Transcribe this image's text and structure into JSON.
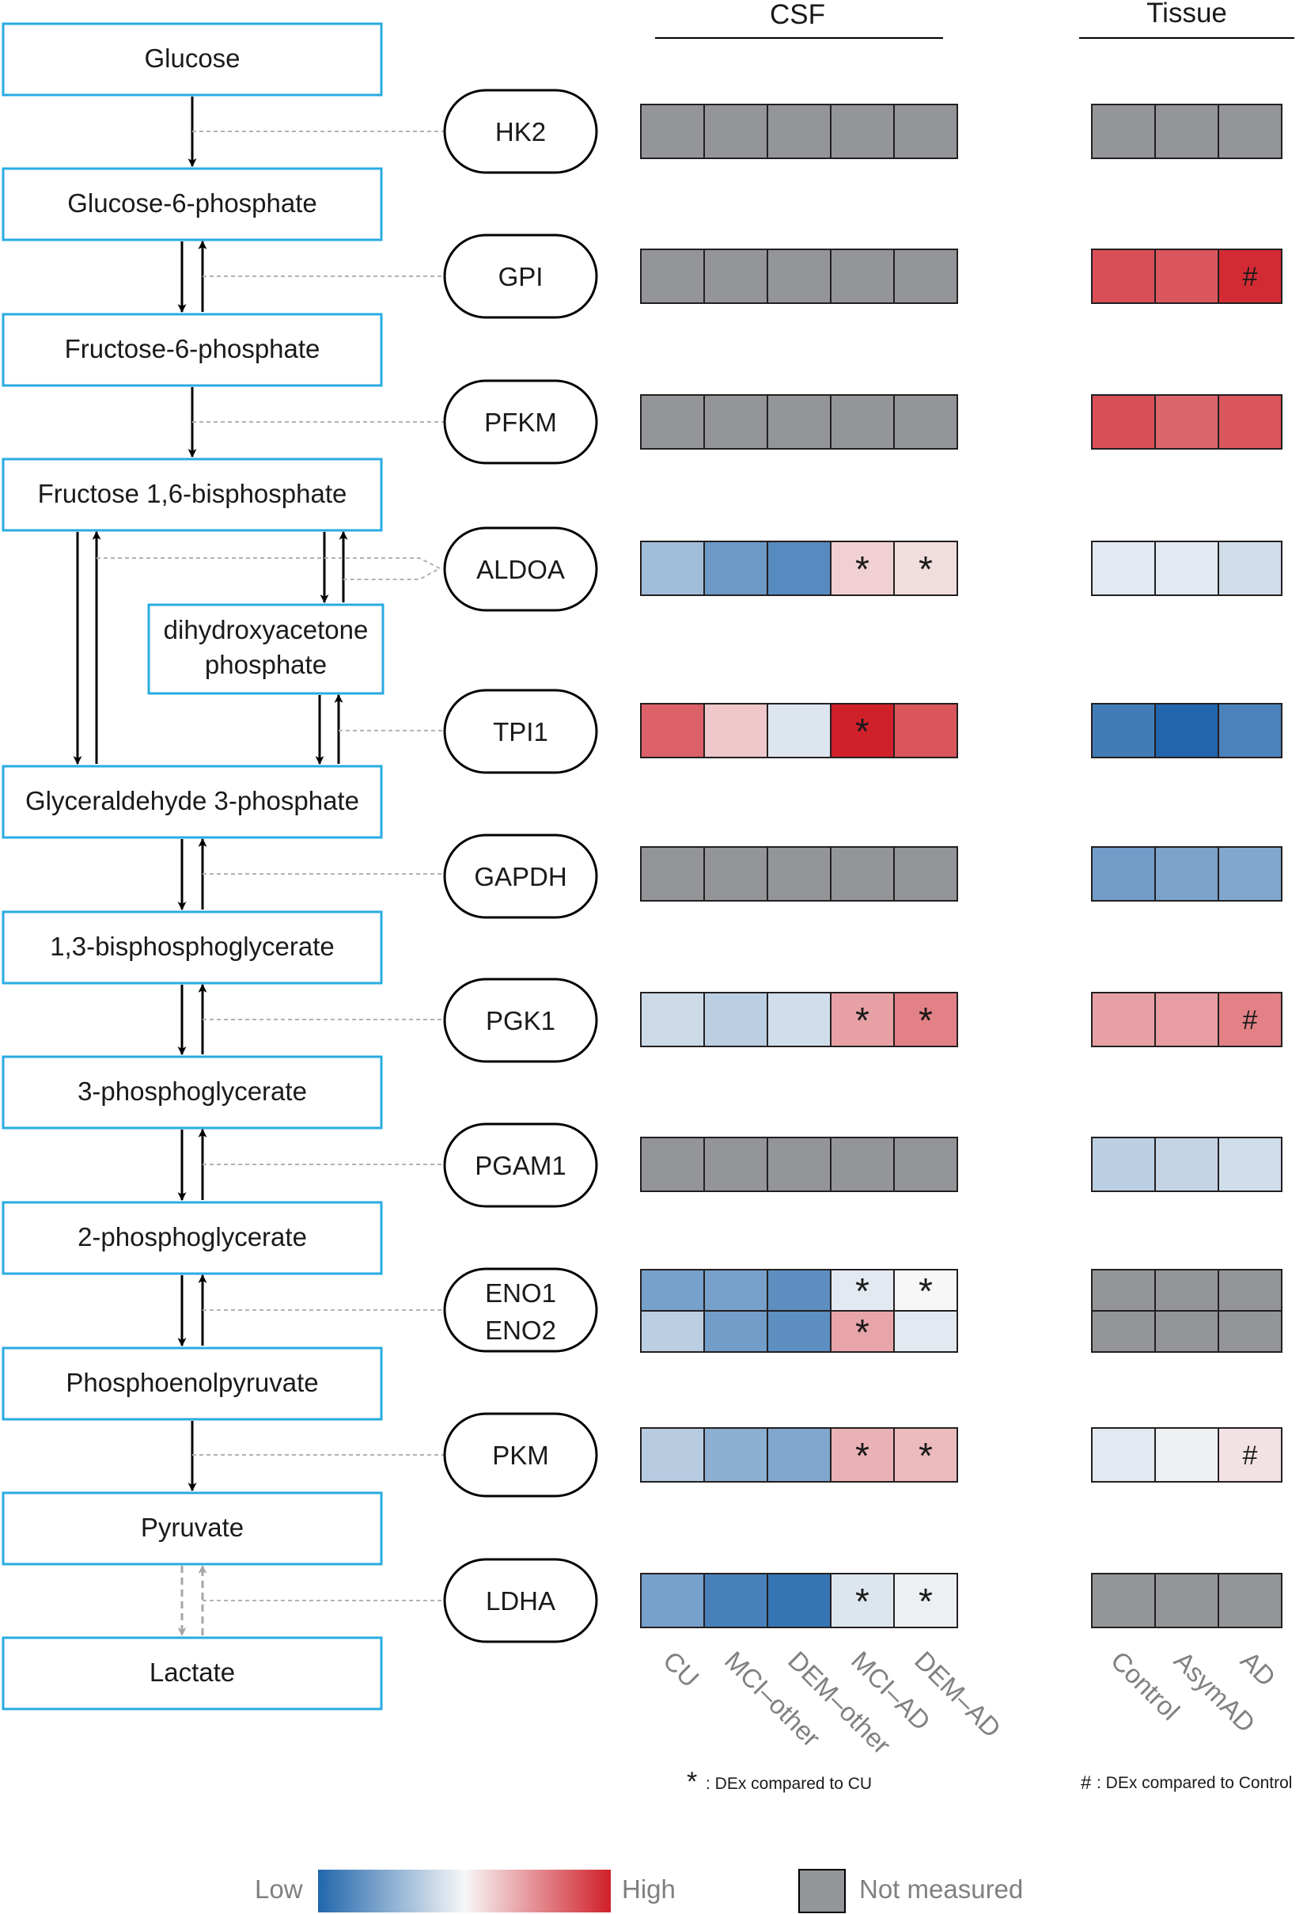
{
  "metabolites": [
    "Glucose",
    "Glucose-6-phosphate",
    "Fructose-6-phosphate",
    "Fructose 1,6-bisphosphate",
    "Glyceraldehyde 3-phosphate",
    "1,3-bisphosphoglycerate",
    "3-phosphoglycerate",
    "2-phosphoglycerate",
    "Phosphoenolpyruvate",
    "Pyruvate",
    "Lactate"
  ],
  "side_metabolite": [
    "dihydroxyacetone",
    "phosphate"
  ],
  "enzymes": [
    "HK2",
    "GPI",
    "PFKM",
    "ALDOA",
    "TPI1",
    "GAPDH",
    "PGK1",
    "PGAM1",
    [
      "ENO1",
      "ENO2"
    ],
    "PKM",
    "LDHA"
  ],
  "group_titles": {
    "csf": "CSF",
    "tissue": "Tissue"
  },
  "csf_columns": [
    "CU",
    "MCI–other",
    "DEM–other",
    "MCI–AD",
    "DEM–AD"
  ],
  "tissue_columns": [
    "Control",
    "AsymAD",
    "AD"
  ],
  "footnotes": {
    "csf_symbol": "*",
    "csf_text": ": DEx compared to CU",
    "tissue_symbol": "#",
    "tissue_text": ": DEx compared to Control"
  },
  "legend": {
    "low": "Low",
    "high": "High",
    "not_measured": "Not measured",
    "low_color": "#2166ac",
    "mid_color": "#f7f7f7",
    "high_color": "#d0202a",
    "not_measured_color": "#939598"
  },
  "colors": {
    "box_border": "#29abe2",
    "arrow": "#000000",
    "reversible_dashed_arrow": "#a6a6a6",
    "connector": "#b3b3b3"
  },
  "heatmap": {
    "csf": [
      {
        "enzyme": "HK2",
        "cells": [
          "NA",
          "NA",
          "NA",
          "NA",
          "NA"
        ],
        "marks": [
          "",
          "",
          "",
          "",
          ""
        ]
      },
      {
        "enzyme": "GPI",
        "cells": [
          "NA",
          "NA",
          "NA",
          "NA",
          "NA"
        ],
        "marks": [
          "",
          "",
          "",
          "",
          ""
        ]
      },
      {
        "enzyme": "PFKM",
        "cells": [
          "NA",
          "NA",
          "NA",
          "NA",
          "NA"
        ],
        "marks": [
          "",
          "",
          "",
          "",
          ""
        ]
      },
      {
        "enzyme": "ALDOA",
        "cells": [
          -0.4,
          -0.65,
          -0.75,
          0.18,
          0.12
        ],
        "marks": [
          "",
          "",
          "",
          "*",
          "*"
        ]
      },
      {
        "enzyme": "TPI1",
        "cells": [
          0.7,
          0.22,
          -0.12,
          1.0,
          0.75
        ],
        "marks": [
          "",
          "",
          "",
          "*",
          ""
        ]
      },
      {
        "enzyme": "GAPDH",
        "cells": [
          "NA",
          "NA",
          "NA",
          "NA",
          "NA"
        ],
        "marks": [
          "",
          "",
          "",
          "",
          ""
        ]
      },
      {
        "enzyme": "PGK1",
        "cells": [
          -0.2,
          -0.28,
          -0.18,
          0.4,
          0.55
        ],
        "marks": [
          "",
          "",
          "",
          "*",
          "*"
        ]
      },
      {
        "enzyme": "PGAM1",
        "cells": [
          "NA",
          "NA",
          "NA",
          "NA",
          "NA"
        ],
        "marks": [
          "",
          "",
          "",
          "",
          ""
        ]
      },
      {
        "enzyme": "ENO1",
        "cells": [
          -0.6,
          -0.6,
          -0.72,
          -0.1,
          0.0
        ],
        "marks": [
          "",
          "",
          "",
          "*",
          "*"
        ]
      },
      {
        "enzyme": "ENO2",
        "cells": [
          -0.28,
          -0.62,
          -0.72,
          0.38,
          -0.1
        ],
        "marks": [
          "",
          "",
          "",
          "*",
          ""
        ]
      },
      {
        "enzyme": "PKM",
        "cells": [
          -0.3,
          -0.5,
          -0.55,
          0.32,
          0.28
        ],
        "marks": [
          "",
          "",
          "",
          "*",
          "*"
        ]
      },
      {
        "enzyme": "LDHA",
        "cells": [
          -0.6,
          -0.82,
          -0.9,
          -0.12,
          -0.05
        ],
        "marks": [
          "",
          "",
          "",
          "*",
          "*"
        ]
      }
    ],
    "tissue": [
      {
        "enzyme": "HK2",
        "cells": [
          "NA",
          "NA",
          "NA"
        ],
        "marks": [
          "",
          "",
          ""
        ]
      },
      {
        "enzyme": "GPI",
        "cells": [
          0.78,
          0.75,
          0.95
        ],
        "marks": [
          "",
          "",
          "#"
        ]
      },
      {
        "enzyme": "PFKM",
        "cells": [
          0.78,
          0.68,
          0.75
        ],
        "marks": [
          "",
          "",
          ""
        ]
      },
      {
        "enzyme": "ALDOA",
        "cells": [
          -0.1,
          -0.1,
          -0.18
        ],
        "marks": [
          "",
          "",
          ""
        ]
      },
      {
        "enzyme": "TPI1",
        "cells": [
          -0.85,
          -1.0,
          -0.8
        ],
        "marks": [
          "",
          "",
          ""
        ]
      },
      {
        "enzyme": "GAPDH",
        "cells": [
          -0.62,
          -0.58,
          -0.55
        ],
        "marks": [
          "",
          "",
          ""
        ]
      },
      {
        "enzyme": "PGK1",
        "cells": [
          0.4,
          0.42,
          0.55
        ],
        "marks": [
          "",
          "",
          "#"
        ]
      },
      {
        "enzyme": "PGAM1",
        "cells": [
          -0.28,
          -0.24,
          -0.18
        ],
        "marks": [
          "",
          "",
          ""
        ]
      },
      {
        "enzyme": "ENO1",
        "cells": [
          "NA",
          "NA",
          "NA"
        ],
        "marks": [
          "",
          "",
          ""
        ]
      },
      {
        "enzyme": "ENO2",
        "cells": [
          "NA",
          "NA",
          "NA"
        ],
        "marks": [
          "",
          "",
          ""
        ]
      },
      {
        "enzyme": "PKM",
        "cells": [
          -0.1,
          -0.04,
          0.1
        ],
        "marks": [
          "",
          "",
          "#"
        ]
      },
      {
        "enzyme": "LDHA",
        "cells": [
          "NA",
          "NA",
          "NA"
        ],
        "marks": [
          "",
          "",
          ""
        ]
      }
    ]
  }
}
